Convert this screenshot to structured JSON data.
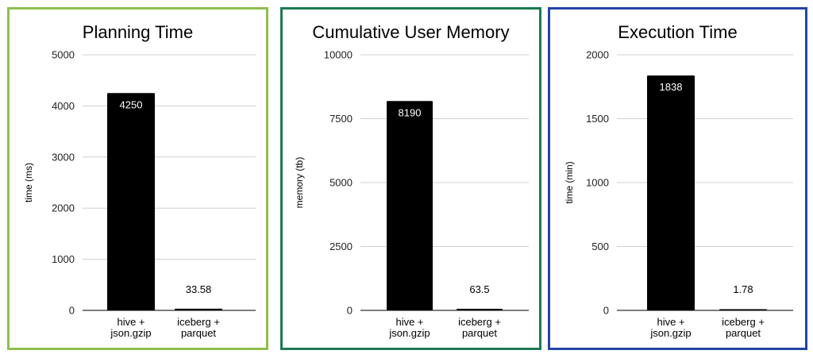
{
  "chart_data": [
    {
      "type": "bar",
      "title": "Planning Time",
      "xlabel": "",
      "ylabel": "time (ms)",
      "border_color": "#8fbf4e",
      "bar_color": "#000000",
      "categories": [
        [
          "hive +",
          "json.gzip"
        ],
        [
          "iceberg +",
          "parquet"
        ]
      ],
      "values": [
        4250,
        33.58
      ],
      "data_labels": [
        "4250",
        "33.58"
      ],
      "ylim": [
        0,
        5000
      ],
      "yticks": [
        0,
        1000,
        2000,
        3000,
        4000,
        5000
      ],
      "ytick_labels": [
        "0",
        "1000",
        "2000",
        "3000",
        "4000",
        "5000"
      ],
      "grid": true,
      "legend": "none"
    },
    {
      "type": "bar",
      "title": "Cumulative User Memory",
      "xlabel": "",
      "ylabel": "memory (tb)",
      "border_color": "#1e7a52",
      "bar_color": "#000000",
      "categories": [
        [
          "hive +",
          "json.gzip"
        ],
        [
          "iceberg +",
          "parquet"
        ]
      ],
      "values": [
        8190,
        63.5
      ],
      "data_labels": [
        "8190",
        "63.5"
      ],
      "ylim": [
        0,
        10000
      ],
      "yticks": [
        0,
        2500,
        5000,
        7500,
        10000
      ],
      "ytick_labels": [
        "0",
        "2500",
        "5000",
        "7500",
        "10000"
      ],
      "grid": true,
      "legend": "none"
    },
    {
      "type": "bar",
      "title": "Execution Time",
      "xlabel": "",
      "ylabel": "time (min)",
      "border_color": "#2344a8",
      "bar_color": "#000000",
      "categories": [
        [
          "hive +",
          "json.gzip"
        ],
        [
          "iceberg +",
          "parquet"
        ]
      ],
      "values": [
        1838,
        1.78
      ],
      "data_labels": [
        "1838",
        "1.78"
      ],
      "ylim": [
        0,
        2000
      ],
      "yticks": [
        0,
        500,
        1000,
        1500,
        2000
      ],
      "ytick_labels": [
        "0",
        "500",
        "1000",
        "1500",
        "2000"
      ],
      "grid": true,
      "legend": "none"
    }
  ]
}
